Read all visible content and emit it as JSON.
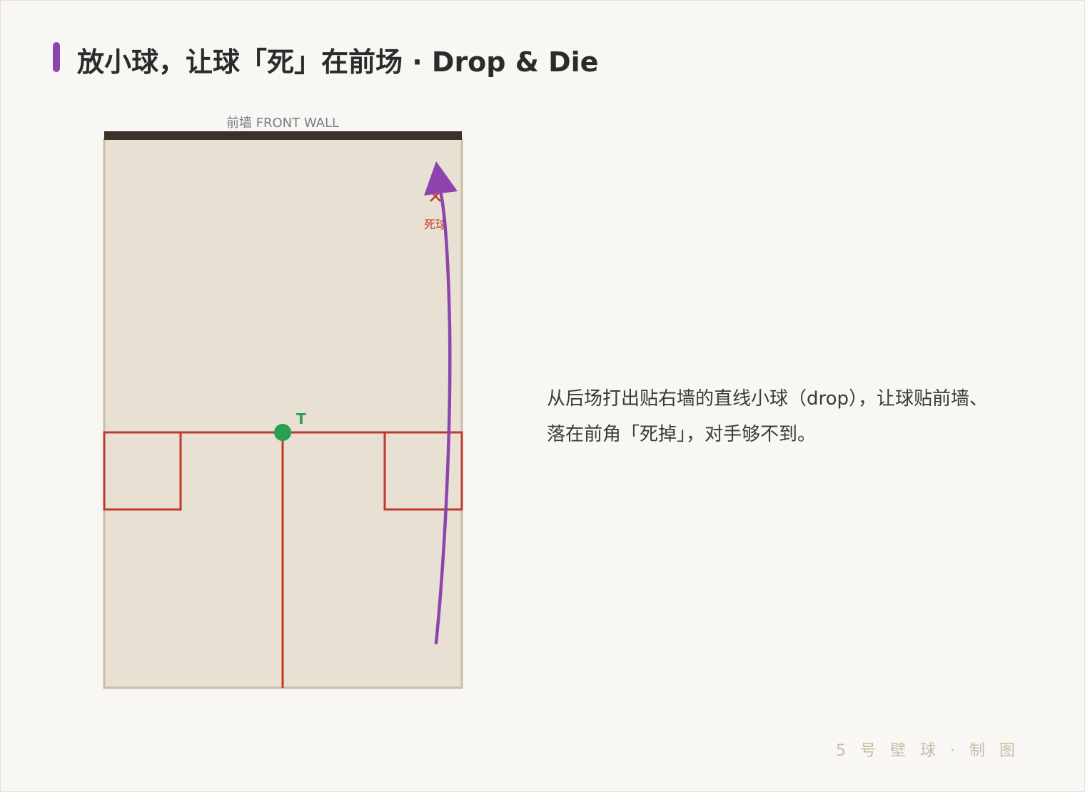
{
  "header": {
    "title": "放小球，让球「死」在前场 · Drop & Die",
    "accent_color": "#8e44ad"
  },
  "court": {
    "front_wall_label": "前墙 FRONT WALL",
    "t_label": "T",
    "dead_ball_label": "死球",
    "colors": {
      "floor": "#e8e0d3",
      "outline": "#c9bda7",
      "front_wall": "#3a3128",
      "court_lines": "#c0392b",
      "t_marker": "#27a052",
      "shot_path": "#8e44ad",
      "dead_mark": "#c0392b"
    }
  },
  "description": {
    "line1": "从后场打出贴右墙的直线小球（drop），让球贴前墙、",
    "line2": "落在前角「死掉」，对手够不到。"
  },
  "footer": {
    "credit": "5号壁球·制图"
  }
}
